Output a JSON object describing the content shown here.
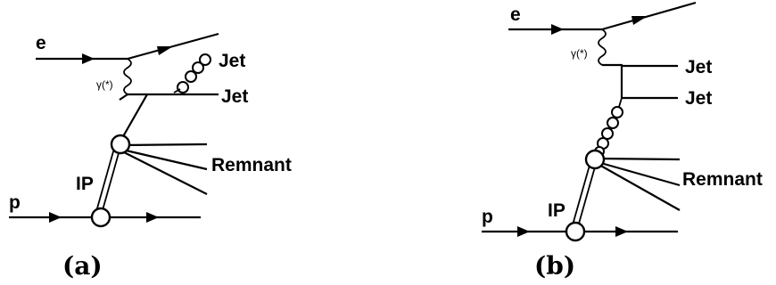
{
  "diagrams": [
    {
      "caption": "(a)",
      "electron_label": "e",
      "photon_label": "γ(*)",
      "jet1_label": "Jet",
      "jet2_label": "Jet",
      "remnant_label": "Remnant",
      "pomeron_label": "IP",
      "proton_label": "p"
    },
    {
      "caption": "(b)",
      "electron_label": "e",
      "photon_label": "γ(*)",
      "jet1_label": "Jet",
      "jet2_label": "Jet",
      "remnant_label": "Remnant",
      "pomeron_label": "IP",
      "proton_label": "p"
    }
  ]
}
